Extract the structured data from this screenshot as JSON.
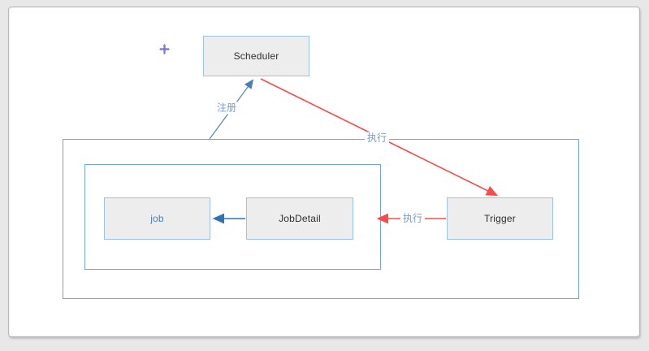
{
  "window": {
    "type": "diagram-canvas"
  },
  "cursor": {
    "icon": "crosshair-plus-icon",
    "color": "#4646d8"
  },
  "diagram": {
    "nodes": [
      {
        "id": "scheduler",
        "label": "Scheduler"
      },
      {
        "id": "job",
        "label": "job"
      },
      {
        "id": "jobdetail",
        "label": "JobDetail"
      },
      {
        "id": "trigger",
        "label": "Trigger"
      }
    ],
    "edges": [
      {
        "id": "register",
        "label": "注册",
        "from": "outer-group",
        "to": "scheduler",
        "color": "#6089b8"
      },
      {
        "id": "execute-scheduler-trigger",
        "label": "执行",
        "from": "scheduler",
        "to": "trigger",
        "color": "#f74c4c"
      },
      {
        "id": "execute-trigger-group",
        "label": "执行",
        "from": "trigger",
        "to": "inner-group",
        "color": "#f74c4c"
      },
      {
        "id": "jobdetail-to-job",
        "label": "",
        "from": "jobdetail",
        "to": "job",
        "color": "#2e74b5"
      }
    ],
    "colors": {
      "node_fill": "#ededed",
      "node_border": "#9cc2e6",
      "container_border": "#6fa7da",
      "edge_label_text": "#7b9cc4",
      "node_text": "#2f2f2f",
      "job_text": "#4a7ebb",
      "execute_red": "#f74c4c",
      "register_blue": "#6089b8",
      "link_blue": "#2e74b5"
    }
  }
}
